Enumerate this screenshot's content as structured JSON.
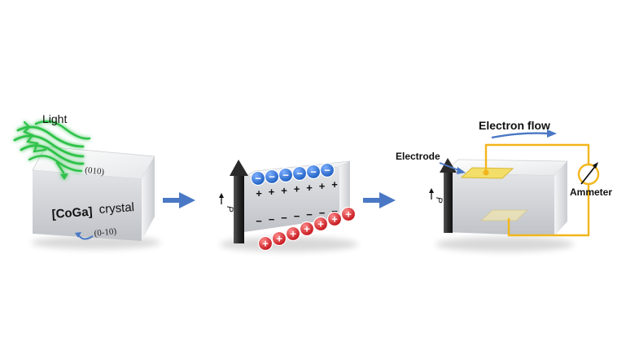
{
  "panel1": {
    "light_label": "Light",
    "face_top": "(010)",
    "crystal_bracket": "[CoGa]",
    "crystal_word": "crystal",
    "face_bottom": "(0-10)"
  },
  "panel2": {
    "polar_symbol": "P",
    "top_charges": [
      "−",
      "−",
      "−",
      "−",
      "−",
      "−"
    ],
    "top_bound": [
      "+",
      "+",
      "+",
      "+",
      "+",
      "+",
      "+"
    ],
    "bottom_bound": [
      "−",
      "−",
      "−",
      "−",
      "−",
      "−",
      "−"
    ],
    "bottom_charges": [
      "+",
      "+",
      "+",
      "+",
      "+",
      "+",
      "+"
    ]
  },
  "panel3": {
    "polar_symbol": "P",
    "electron_flow_label": "Electron flow",
    "electrode_label": "Electrode",
    "ammeter_label": "Ammeter"
  },
  "colors": {
    "light": "#2fc24a",
    "arrow": "#4a78c4",
    "negative": "#1e5fc2",
    "positive": "#d81f26",
    "wire": "#f2b61c",
    "electrode": "#f3de6a",
    "box_front": "#cfd2d6",
    "box_top": "#f2f2f2",
    "box_side": "#b5b8bd"
  }
}
